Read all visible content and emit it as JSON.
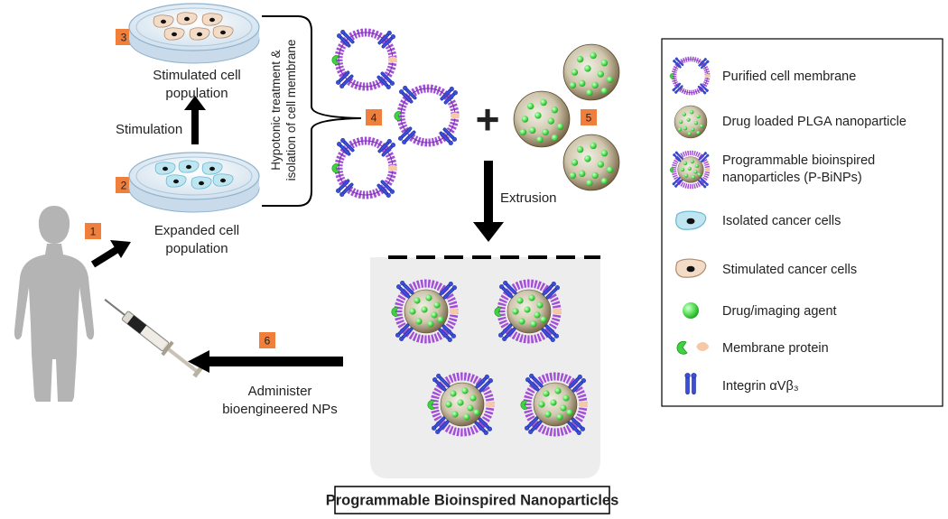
{
  "steps": {
    "s1": "1",
    "s2": "2",
    "s3": "3",
    "s4": "4",
    "s5": "5",
    "s6": "6"
  },
  "labels": {
    "stimulated_line1": "Stimulated cell",
    "stimulated_line2": "population",
    "stimulation": "Stimulation",
    "expanded_line1": "Expanded cell",
    "expanded_line2": "population",
    "hypotonic_line1": "Hypotonic treatment &",
    "hypotonic_line2": "isolation of cell membrane",
    "extrusion": "Extrusion",
    "administer_line1": "Administer",
    "administer_line2": "bioengineered NPs",
    "plus": "+"
  },
  "title": "Programmable Bioinspired Nanoparticles",
  "legend": {
    "items": [
      {
        "icon": "purified-membrane-icon",
        "text": "Purified cell membrane"
      },
      {
        "icon": "plga-nanoparticle-icon",
        "text": "Drug loaded PLGA nanoparticle"
      },
      {
        "icon": "p-binp-icon",
        "text": "Programmable bioinspired",
        "text2": "nanoparticles (P-BiNPs)"
      },
      {
        "icon": "isolated-cancer-cell-icon",
        "text": "Isolated cancer cells"
      },
      {
        "icon": "stimulated-cancer-cell-icon",
        "text": "Stimulated cancer cells"
      },
      {
        "icon": "drug-agent-icon",
        "text": "Drug/imaging agent"
      },
      {
        "icon": "membrane-protein-icon",
        "text": "Membrane protein"
      },
      {
        "icon": "integrin-icon",
        "text": "Integrin αVβ₃"
      }
    ]
  },
  "colors": {
    "badge": "#f07f3c",
    "membrane": "#a24fd8",
    "plga_core": "#6d5a3a",
    "drug": "#3fd33f",
    "integrin": "#3b4ed8",
    "isolated_cell": "#bfe6f0",
    "stimulated_cell": "#f2dcc8",
    "human": "#b4b4b4",
    "panel_bg": "#ededed"
  }
}
